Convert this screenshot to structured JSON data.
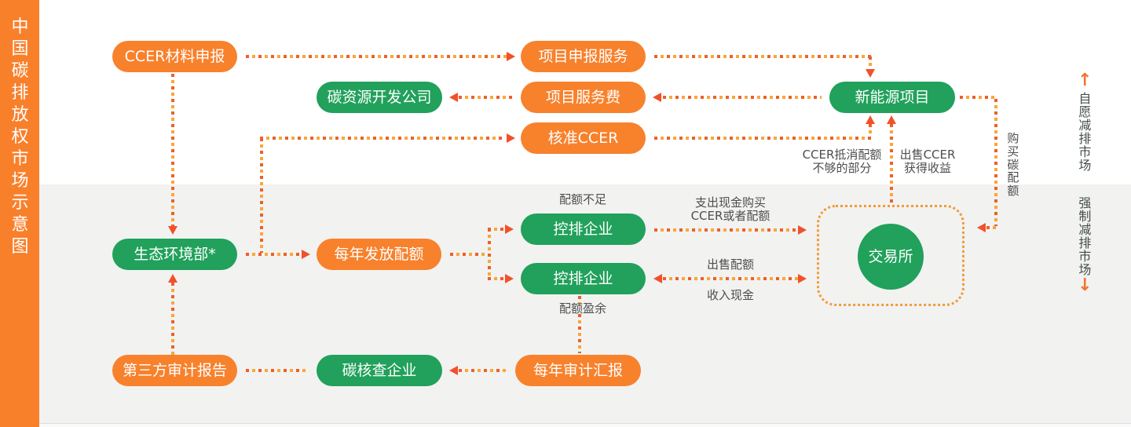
{
  "sidebar": {
    "title": "中国碳排放权市场示意图"
  },
  "nodes": {
    "ccer_material": {
      "label": "CCER材料申报",
      "color": "orange"
    },
    "project_declare": {
      "label": "项目申报服务",
      "color": "orange"
    },
    "carbon_dev_company": {
      "label": "碳资源开发公司",
      "color": "green"
    },
    "project_fee": {
      "label": "项目服务费",
      "color": "orange"
    },
    "new_energy": {
      "label": "新能源项目",
      "color": "green"
    },
    "approved_ccer": {
      "label": "核准CCER",
      "color": "orange"
    },
    "env_ministry": {
      "label": "生态环境部*",
      "color": "green"
    },
    "annual_quota": {
      "label": "每年发放配额",
      "color": "orange"
    },
    "controlled_1": {
      "label": "控排企业",
      "color": "green"
    },
    "controlled_2": {
      "label": "控排企业",
      "color": "green"
    },
    "third_party_report": {
      "label": "第三方审计报告",
      "color": "orange"
    },
    "carbon_verify": {
      "label": "碳核查企业",
      "color": "green"
    },
    "annual_audit": {
      "label": "每年审计汇报",
      "color": "orange"
    },
    "exchange": {
      "label": "交易所",
      "color": "green"
    }
  },
  "edge_labels": {
    "quota_short": "配额不足",
    "quota_surplus": "配额盈余",
    "pay_cash_1": "支出现金购买",
    "pay_cash_2": "CCER或者配额",
    "sell_quota": "出售配额",
    "receive_cash": "收入现金",
    "ccer_offset_1": "CCER抵消配额",
    "ccer_offset_2": "不够的部分",
    "sell_ccer_1": "出售CCER",
    "sell_ccer_2": "获得收益",
    "buy_quota": "购买碳配额"
  },
  "markets": {
    "voluntary": {
      "label": "自愿减排市场",
      "arrow": "↑"
    },
    "mandatory": {
      "label": "强制减排市场",
      "arrow": "↓"
    }
  },
  "colors": {
    "orange": "#F8812C",
    "green": "#21A15B",
    "gray_background": "#F2F2F1",
    "dot_red": "#EF5E2C",
    "dot_yellow": "#F6A934",
    "arrowhead": "#F0512B",
    "label_text": "#4E4E4E"
  }
}
